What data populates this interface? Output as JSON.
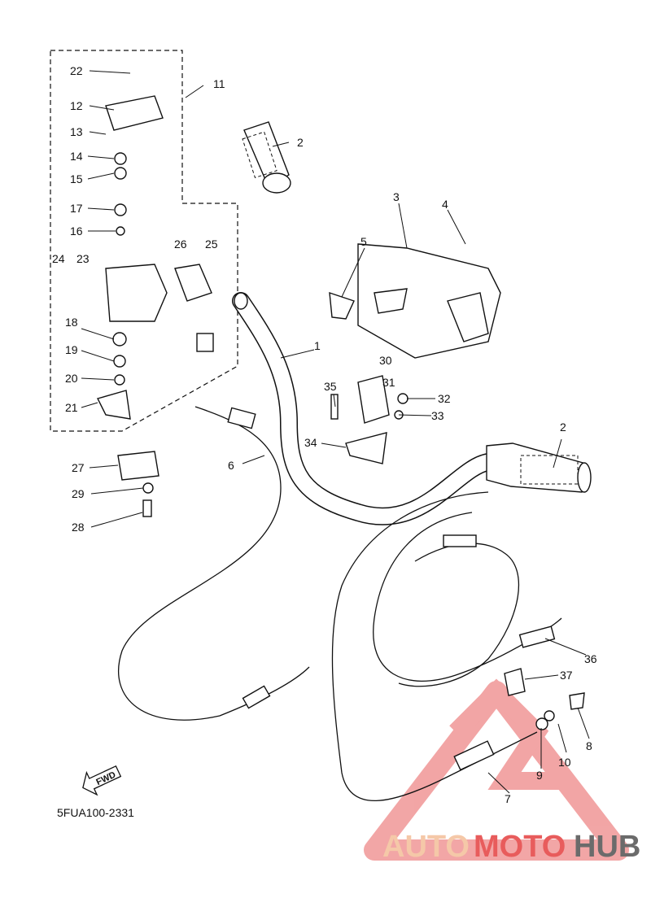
{
  "diagram_code": "5FUA100-2331",
  "fwd_label": "FWD",
  "watermark": {
    "part1": "AUTO",
    "part2": "MOTO",
    "part3": "HUB",
    "color_light": "#f5c8a8",
    "color_red": "#e85c5c",
    "color_gray": "#6b6b6b"
  },
  "callouts": {
    "c1": "1",
    "c2a": "2",
    "c2b": "2",
    "c3": "3",
    "c4": "4",
    "c5": "5",
    "c6": "6",
    "c7": "7",
    "c8": "8",
    "c9": "9",
    "c10": "10",
    "c11": "11",
    "c12": "12",
    "c13": "13",
    "c14": "14",
    "c15": "15",
    "c16": "16",
    "c17": "17",
    "c18": "18",
    "c19": "19",
    "c20": "20",
    "c21": "21",
    "c22": "22",
    "c23": "23",
    "c24": "24",
    "c25": "25",
    "c26": "26",
    "c27": "27",
    "c28": "28",
    "c29": "29",
    "c30": "30",
    "c31": "31",
    "c32": "32",
    "c33": "33",
    "c34": "34",
    "c35": "35",
    "c36": "36",
    "c37": "37"
  }
}
